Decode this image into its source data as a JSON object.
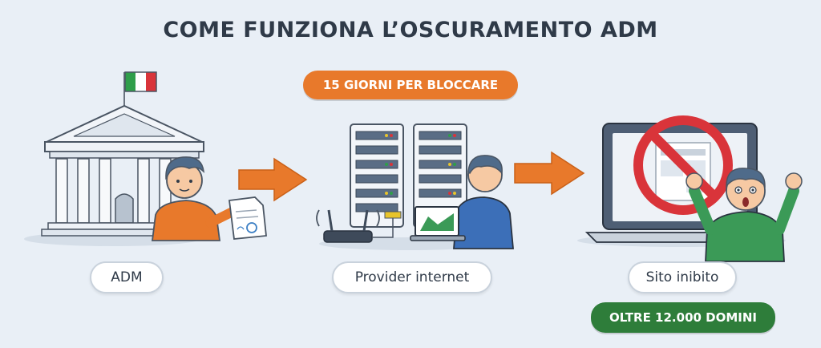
{
  "title": "COME FUNZIONA L’OSCURAMENTO ADM",
  "badges": {
    "deadline": "15 GIORNI PER BLOCCARE",
    "domains": "OLTRE 12.000 DOMINI"
  },
  "steps": [
    {
      "label": "ADM"
    },
    {
      "label": "Provider internet"
    },
    {
      "label": "Sito inibito"
    }
  ],
  "colors": {
    "background": "#e9eff6",
    "title": "#2f3a48",
    "deadline_badge": "#e8792b",
    "domains_badge": "#2e7d3a",
    "arrow": "#e8792b",
    "ban_sign": "#d9343a"
  },
  "icons": [
    "italy-flag-icon",
    "government-building-icon",
    "official-person-icon",
    "document-icon",
    "server-rack-icon",
    "router-icon",
    "technician-laptop-icon",
    "laptop-icon",
    "ban-icon",
    "surprised-person-icon"
  ]
}
